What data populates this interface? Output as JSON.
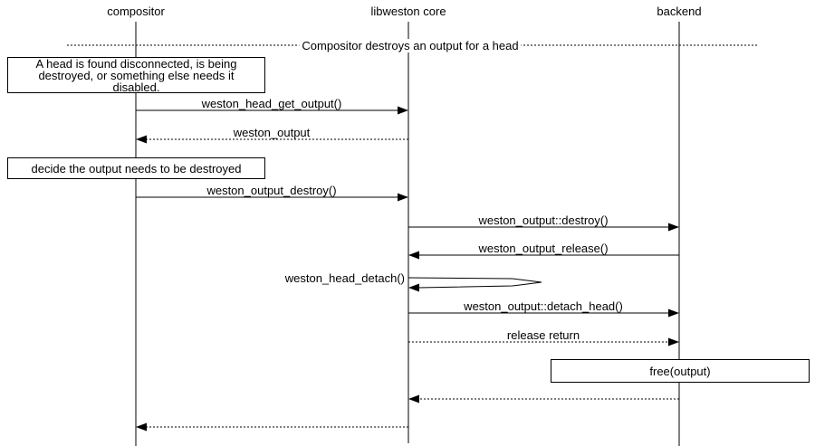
{
  "diagram": {
    "title_hint": "libweston output destroy sequence",
    "participants": [
      {
        "label": "compositor"
      },
      {
        "label": "libweston core"
      },
      {
        "label": "backend"
      }
    ],
    "divider_label": "Compositor destroys an output for a head",
    "note_disconnected": {
      "line1": "A head is found disconnected, is being",
      "line2": "destroyed, or something else needs it",
      "line3": "disabled."
    },
    "note_decide": "decide the output needs to be destroyed",
    "note_free": "free(output)",
    "messages": {
      "head_get_output": "weston_head_get_output()",
      "weston_output_return": "weston_output",
      "output_destroy": "weston_output_destroy()",
      "output_destroy_vfunc": "weston_output::destroy()",
      "output_release": "weston_output_release()",
      "head_detach": "weston_head_detach()",
      "detach_head_vfunc": "weston_output::detach_head()",
      "release_return": "release return"
    },
    "colors": {
      "line": "#000000",
      "background": "#ffffff"
    }
  }
}
